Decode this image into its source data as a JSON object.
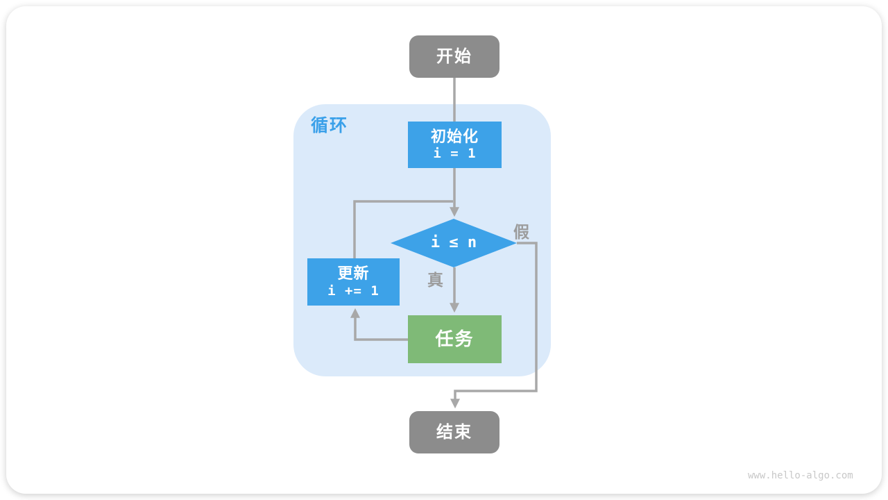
{
  "flowchart": {
    "loop_container": {
      "label": "循环"
    },
    "nodes": {
      "start": {
        "label": "开始"
      },
      "init": {
        "label": "初始化",
        "code": "i = 1"
      },
      "condition": {
        "label": "i ≤ n"
      },
      "update": {
        "label": "更新",
        "code": "i += 1"
      },
      "task": {
        "label": "任务"
      },
      "end": {
        "label": "结束"
      }
    },
    "edge_labels": {
      "true_branch": "真",
      "false_branch": "假"
    }
  },
  "page": {
    "watermark": "www.hello-algo.com"
  },
  "colors": {
    "node-blue": "#3da2e8",
    "node-green": "#7fba77",
    "node-gray": "#8c8c8c",
    "loop-bg": "#dbeafa",
    "loop-label": "#3aa0e9",
    "connector": "#a8a8a8",
    "edge-label": "#9c9c9c",
    "watermark": "#c8c8c8"
  }
}
